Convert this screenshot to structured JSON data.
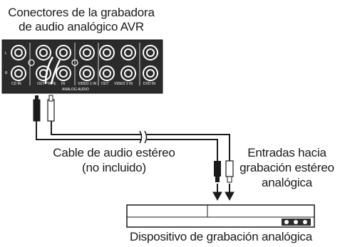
{
  "title": {
    "line1": "Conectores de la grabadora",
    "line2": "de audio analógico AVR"
  },
  "panel": {
    "jack_labels": [
      "CD IN",
      "OUT",
      "TAPE",
      "IN",
      "VIDEO 1 IN",
      "OUT",
      "VIDEO 2 IN",
      "DVD IN"
    ],
    "group_label": "ANALOG AUDIO",
    "side_labels": [
      "L",
      "R"
    ]
  },
  "cable_label": {
    "line1": "Cable de audio estéreo",
    "line2": "(no incluido)"
  },
  "inputs_label": {
    "line1": "Entradas hacia",
    "line2": "grabación estéreo",
    "line3": "analógica"
  },
  "device_label": "Dispositivo de grabación analógica",
  "colors": {
    "panel": "#2b2b2b",
    "ink": "#1a1a1a",
    "plug": "#ffffff"
  }
}
